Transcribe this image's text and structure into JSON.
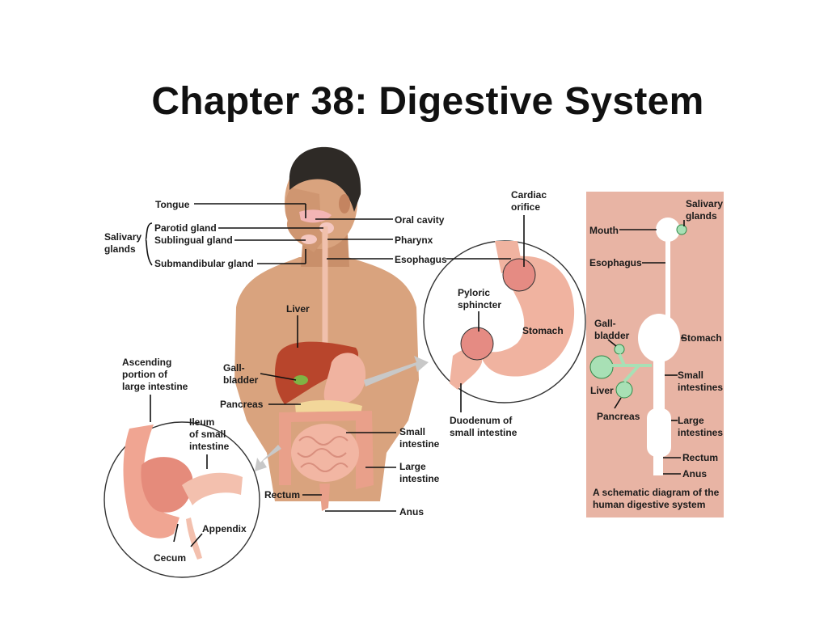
{
  "title": "Chapter 38: Digestive System",
  "labels": {
    "tongue": "Tongue",
    "salivary_glands": [
      "Salivary",
      "glands"
    ],
    "parotid_gland": "Parotid gland",
    "sublingual_gland": "Sublingual gland",
    "submandibular_gland": "Submandibular gland",
    "oral_cavity": "Oral cavity",
    "pharynx": "Pharynx",
    "esophagus": "Esophagus",
    "liver": "Liver",
    "gallbladder": [
      "Gall-",
      "bladder"
    ],
    "pancreas": "Pancreas",
    "small_intestine": [
      "Small",
      "intestine"
    ],
    "large_intestine": [
      "Large",
      "intestine"
    ],
    "rectum": "Rectum",
    "anus": "Anus",
    "cardiac_orifice": [
      "Cardiac",
      "orifice"
    ],
    "pyloric_sphincter": [
      "Pyloric",
      "sphincter"
    ],
    "stomach": "Stomach",
    "duodenum": [
      "Duodenum of",
      "small intestine"
    ],
    "ascending_colon": [
      "Ascending",
      "portion of",
      "large intestine"
    ],
    "ileum": [
      "Ileum",
      "of small",
      "intestine"
    ],
    "appendix": "Appendix",
    "cecum": "Cecum"
  },
  "schematic": {
    "salivary_glands": [
      "Salivary",
      "glands"
    ],
    "mouth": "Mouth",
    "esophagus": "Esophagus",
    "gallbladder": [
      "Gall-",
      "bladder"
    ],
    "stomach": "Stomach",
    "liver": "Liver",
    "small_intestines": [
      "Small",
      "intestines"
    ],
    "pancreas": "Pancreas",
    "large_intestines": [
      "Large",
      "intestines"
    ],
    "rectum": "Rectum",
    "anus": "Anus",
    "caption": [
      "A schematic diagram of the",
      "human digestive system"
    ]
  },
  "colors": {
    "skin": "#d9a37e",
    "hair": "#2e2a26",
    "liver": "#b8452c",
    "intestine": "#f2b6a3",
    "stomach": "#f0b3a0",
    "schematic_bg": "#e8b4a4",
    "schematic_organ": "#ffffff",
    "schematic_accessory": "#a8e0b5"
  }
}
